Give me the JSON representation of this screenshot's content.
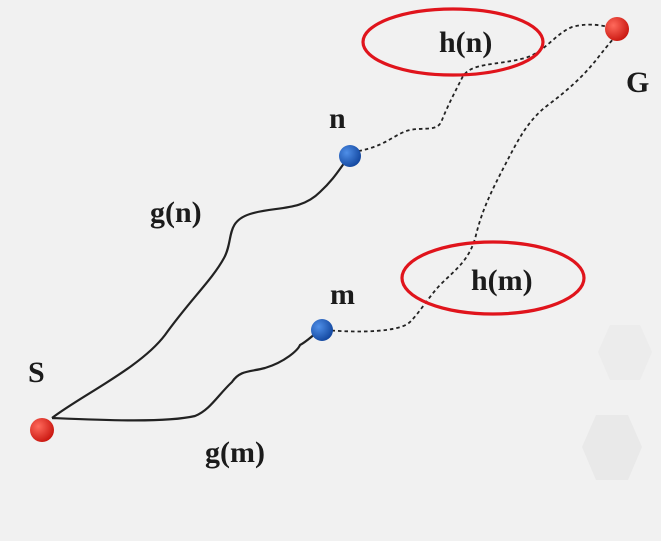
{
  "colors": {
    "background": "#f1f1f1",
    "start_goal_node": "#e3251c",
    "intermediate_node": "#1f5fbf",
    "path_line": "#222222",
    "highlight_ellipse": "#e0141c"
  },
  "nodes": {
    "start": "S",
    "goal": "G",
    "n": "n",
    "m": "m"
  },
  "edges": {
    "g_n": "g(n)",
    "g_m": "g(m)",
    "h_n": "h(n)",
    "h_m": "h(m)"
  }
}
